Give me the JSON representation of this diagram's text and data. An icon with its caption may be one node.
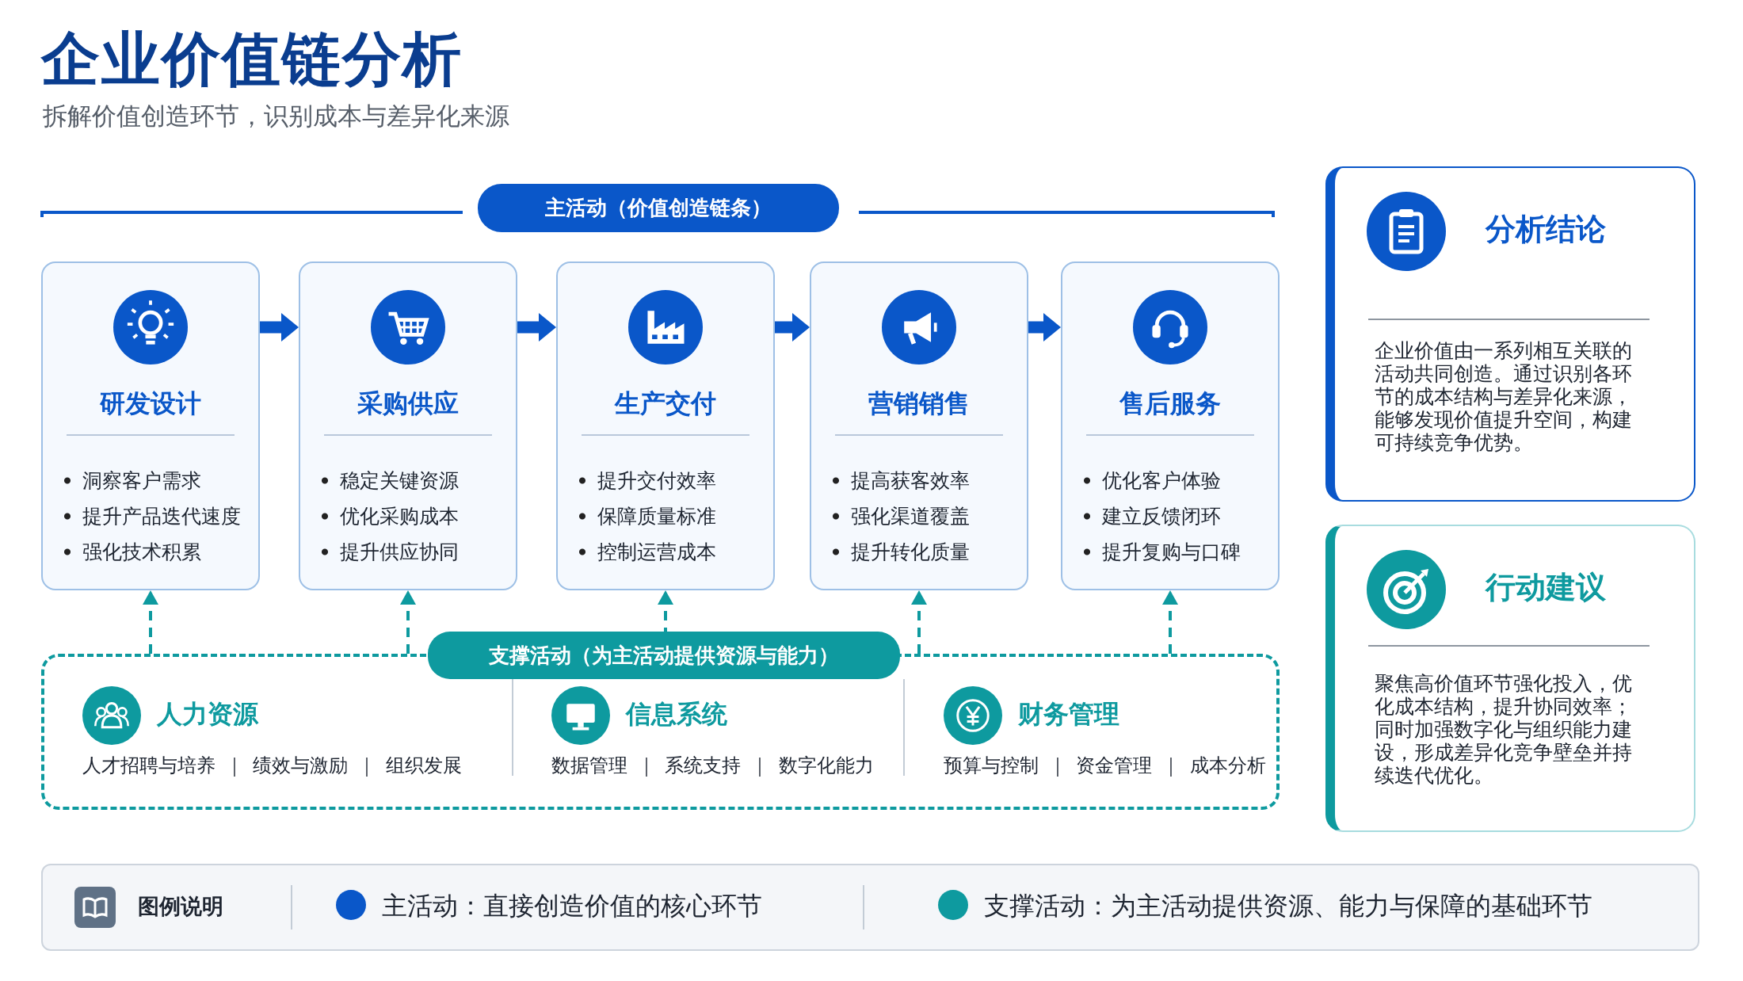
{
  "diagram": {
    "title": "企业价值链分析",
    "nodes": [
      {
        "text": [
          "主活动（价值创造链条）"
        ]
      },
      {
        "text": [
          "研发设计",
          "洞察客户需求",
          "提升产品迭代速度",
          "强化技术积累"
        ]
      },
      {
        "text": [
          "采购供应",
          "稳定关键资源",
          "优化采购成本",
          "提升供应协同"
        ]
      },
      {
        "text": [
          "生产交付",
          "提升交付效率",
          "保障质量标准",
          "控制运营成本"
        ]
      },
      {
        "text": [
          "营销销售",
          "提高获客效率",
          "强化渠道覆盖",
          "提升转化质量"
        ]
      },
      {
        "text": [
          "售后服务",
          "优化客户体验",
          "建立反馈闭环",
          "提升复购与口碑"
        ]
      },
      {
        "text": [
          "支撑活动（为主活动提供资源与能力）"
        ]
      },
      {
        "text": [
          "人力资源",
          "人才招聘与培养 ｜ 绩效与激励 ｜ 组织发展"
        ],
        "in": 6
      },
      {
        "text": [
          "信息系统",
          "数据管理 ｜ 系统支持 ｜ 数字化能力"
        ],
        "in": 6
      },
      {
        "text": [
          "财务管理",
          "预算与控制 ｜ 资金管理 ｜ 成本分析"
        ],
        "in": 6
      },
      {
        "text": [
          "分析结论",
          "企业价值由一系列相互关联的活动共同创造。通过识别各环节的成本结构与差异化来源，能够发现价值提升空间，构建可持续竞争优势。"
        ]
      },
      {
        "text": [
          "行动建议",
          "聚焦高价值环节强化投入，优化成本结构，提升协同效率；同时加强数字化与组织能力建设，形成差异化竞争壁垒并持续迭代优化。"
        ]
      }
    ],
    "edges": [
      {
        "from": 1,
        "to": 2,
        "arrow": "to"
      },
      {
        "from": 2,
        "to": 3,
        "arrow": "to"
      },
      {
        "from": 3,
        "to": 4,
        "arrow": "to"
      },
      {
        "from": 4,
        "to": 5,
        "arrow": "to"
      },
      {
        "from": 6,
        "to": 1,
        "arrow": "to",
        "style": "dashed",
        "color": "#0e9a9f"
      },
      {
        "from": 6,
        "to": 2,
        "arrow": "to",
        "style": "dashed",
        "color": "#0e9a9f"
      },
      {
        "from": 6,
        "to": 3,
        "arrow": "to",
        "style": "dashed",
        "color": "#0e9a9f"
      },
      {
        "from": 6,
        "to": 4,
        "arrow": "to",
        "style": "dashed",
        "color": "#0e9a9f"
      },
      {
        "from": 6,
        "to": 5,
        "arrow": "to",
        "style": "dashed",
        "color": "#0e9a9f"
      }
    ],
    "labels": [
      "拆解价值创造环节，识别成本与差异化来源",
      "图例说明"
    ],
    "legend": [
      {
        "text": "主活动：直接创造价值的核心环节",
        "color": "#0a57c9"
      },
      {
        "text": "支撑活动：为主活动提供资源、能力与保障的基础环节",
        "color": "#0e9a9f"
      }
    ]
  }
}
